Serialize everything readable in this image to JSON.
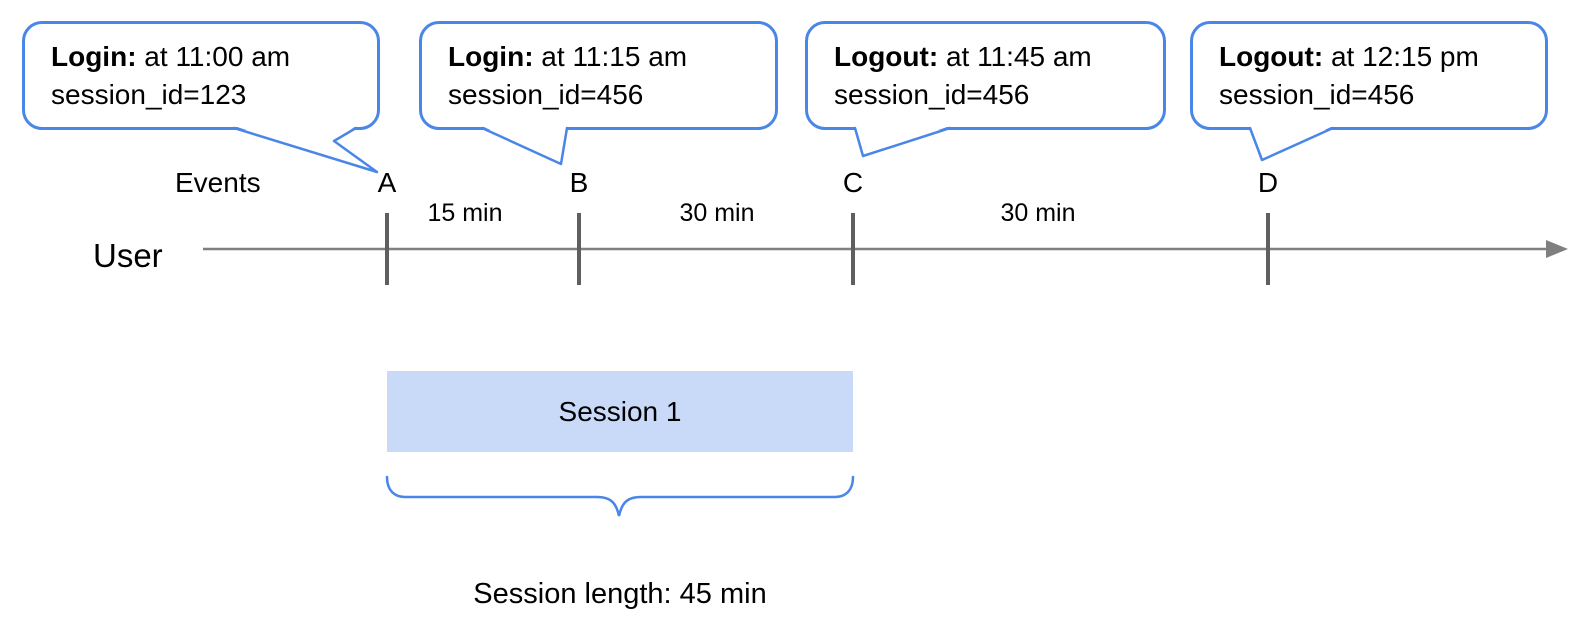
{
  "colors": {
    "accent_blue": "#4a86e8",
    "session_fill": "#c9daf8",
    "axis_gray": "#7f7f7f",
    "tick_gray": "#5f5f5f",
    "text_black": "#000000"
  },
  "bubbles": [
    {
      "marker": "A",
      "title": "Login:",
      "time": " at 11:00 am",
      "detail": "session_id=123"
    },
    {
      "marker": "B",
      "title": "Login:",
      "time": " at 11:15 am",
      "detail": "session_id=456"
    },
    {
      "marker": "C",
      "title": "Logout:",
      "time": " at 11:45 am",
      "detail": "session_id=456"
    },
    {
      "marker": "D",
      "title": "Logout:",
      "time": " at 12:15 pm",
      "detail": "session_id=456"
    }
  ],
  "timeline": {
    "axis_label": "User",
    "events_label": "Events",
    "event_markers": [
      "A",
      "B",
      "C",
      "D"
    ],
    "intervals": [
      "15 min",
      "30 min",
      "30 min"
    ]
  },
  "session": {
    "box_label": "Session 1",
    "length_label": "Session length: 45 min"
  }
}
